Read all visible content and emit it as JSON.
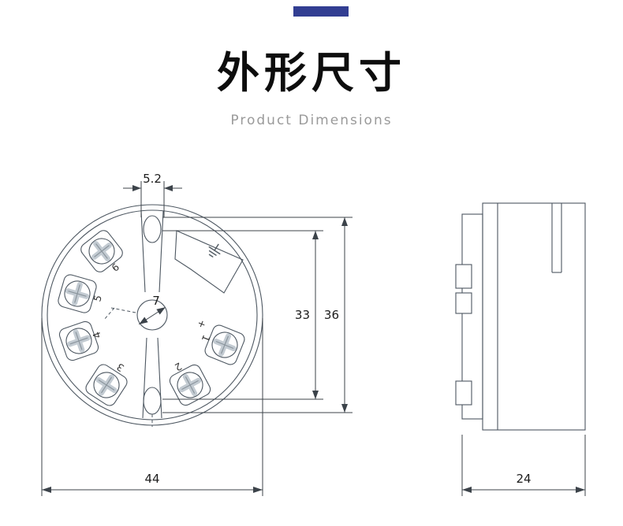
{
  "header": {
    "title": "外形尺寸",
    "subtitle": "Product Dimensions",
    "accent_color": "#323e92"
  },
  "diagram": {
    "top_view": {
      "dim_slot_width": "5.2",
      "dim_center_hole": "7",
      "dim_hole_spacing": "33",
      "dim_body_height": "36",
      "dim_diameter": "44",
      "terminal_labels": [
        "1",
        "2",
        "3",
        "4",
        "5",
        "6"
      ],
      "polarity_plus": "+",
      "icons": {
        "ground": "earth-ground-icon"
      }
    },
    "side_view": {
      "dim_width": "24"
    }
  }
}
